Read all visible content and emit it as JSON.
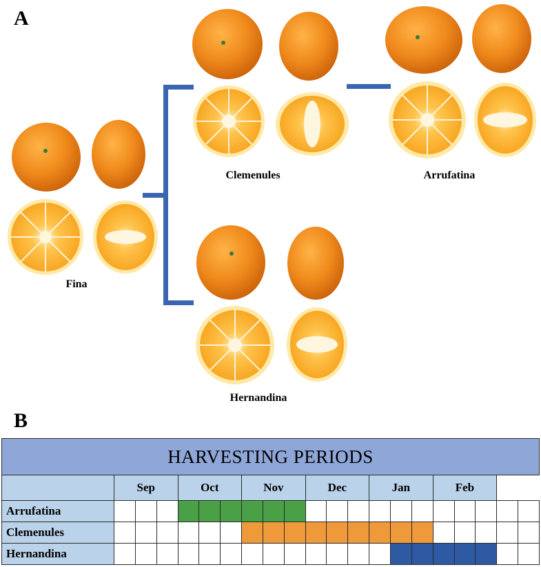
{
  "panel_a_label": "A",
  "panel_b_label": "B",
  "varieties": {
    "fina": "Fina",
    "clemenules": "Clemenules",
    "arrufatina": "Arrufatina",
    "hernandina": "Hernandina"
  },
  "colors": {
    "bracket": "#3a66b0",
    "arrufatina": "#4aa046",
    "clemenules": "#ee9a3a",
    "hernandina": "#2d5aa2",
    "header": "#8fa7d8",
    "row_label": "#bad3ea"
  },
  "table": {
    "title": "HARVESTING PERIODS",
    "months": [
      "Sep",
      "Oct",
      "Nov",
      "Dec",
      "Jan",
      "Feb"
    ],
    "rows": [
      {
        "name": "Arrufatina",
        "filled": [
          0,
          0,
          0,
          1,
          1,
          1,
          1,
          1,
          1,
          0,
          0,
          0,
          0,
          0,
          0,
          0,
          0,
          0,
          0,
          0
        ]
      },
      {
        "name": "Clemenules",
        "filled": [
          0,
          0,
          0,
          0,
          0,
          0,
          1,
          1,
          1,
          1,
          1,
          1,
          1,
          1,
          1,
          0,
          0,
          0,
          0,
          0
        ]
      },
      {
        "name": "Hernandina",
        "filled": [
          0,
          0,
          0,
          0,
          0,
          0,
          0,
          0,
          0,
          0,
          0,
          0,
          0,
          1,
          1,
          1,
          1,
          1,
          0,
          0
        ]
      }
    ]
  }
}
